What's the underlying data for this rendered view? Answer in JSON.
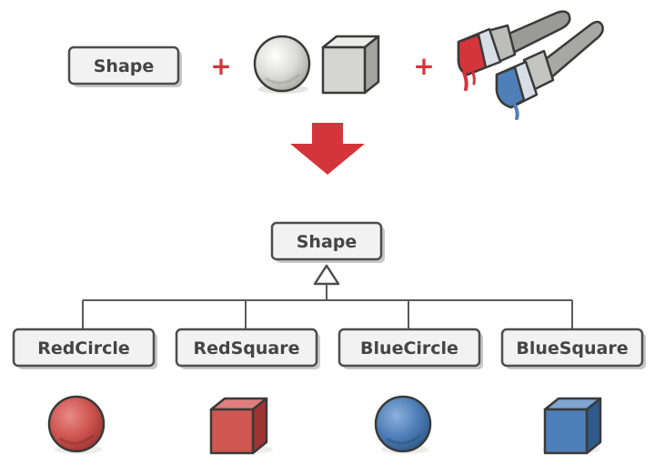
{
  "top_row": {
    "base_label": "Shape",
    "plus_sign_1": "+",
    "plus_sign_2": "+",
    "shapes": [
      "sphere-icon",
      "cube-icon"
    ],
    "paints": [
      "red-paintbrush-icon",
      "blue-paintbrush-icon"
    ]
  },
  "transition": {
    "icon": "down-arrow-icon",
    "color": "#d4353a"
  },
  "hierarchy": {
    "parent_label": "Shape",
    "children": [
      {
        "label": "RedCircle",
        "icon": "red-sphere-icon",
        "color": "#d9534f"
      },
      {
        "label": "RedSquare",
        "icon": "red-cube-icon",
        "color": "#d9534f"
      },
      {
        "label": "BlueCircle",
        "icon": "blue-sphere-icon",
        "color": "#4f7fb8"
      },
      {
        "label": "BlueSquare",
        "icon": "blue-cube-icon",
        "color": "#4f7fb8"
      }
    ]
  },
  "colors": {
    "red": "#d9534f",
    "blue": "#4f7fb8",
    "gray": "#d8d8d4",
    "outline": "#3a3a3a"
  }
}
